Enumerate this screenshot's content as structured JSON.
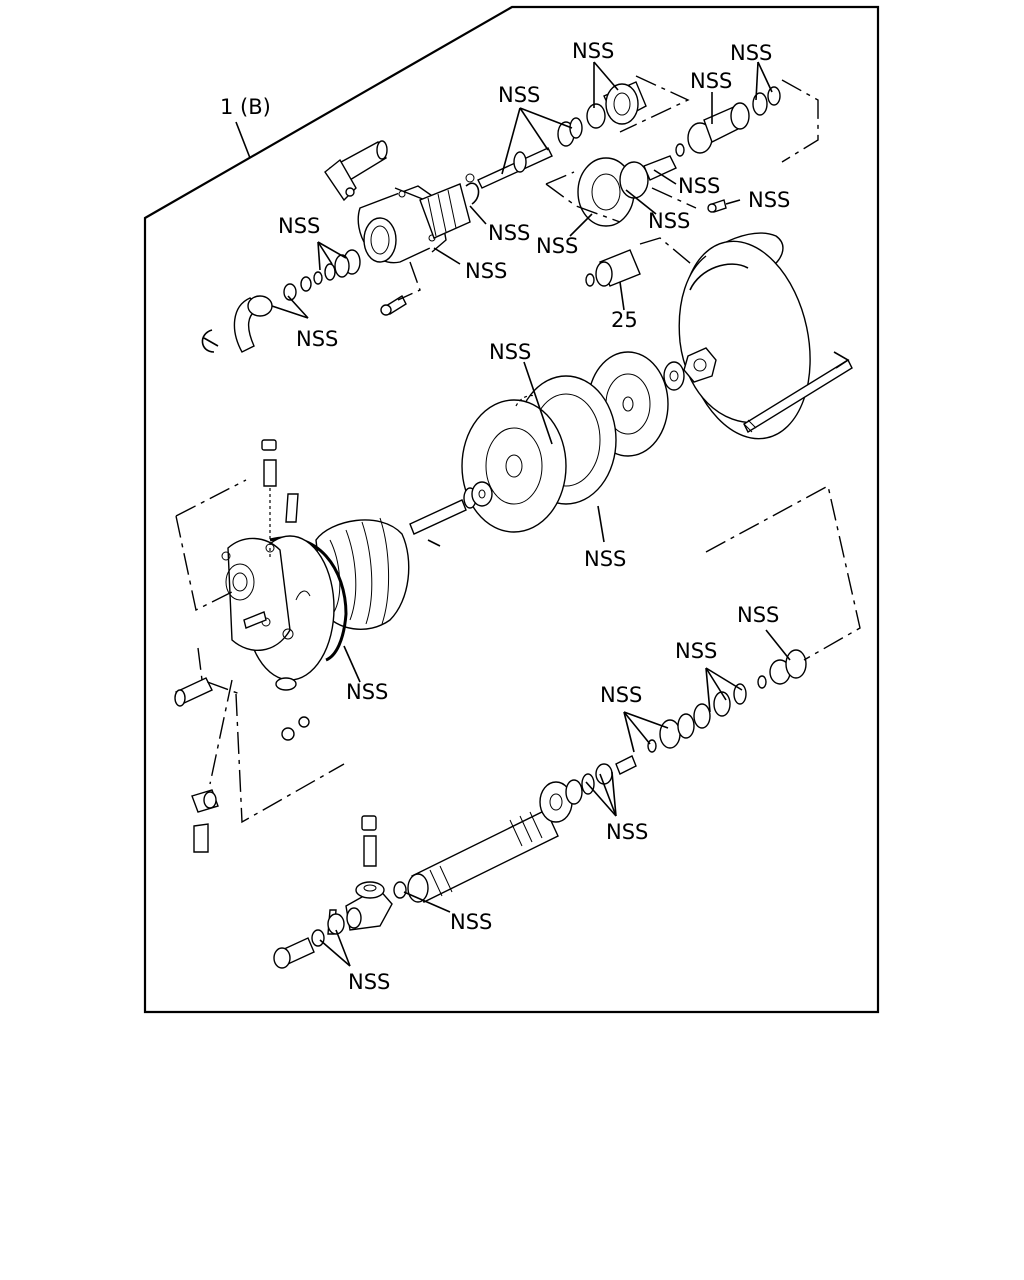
{
  "assembly_label": "1 (B)",
  "part_25_label": "25",
  "nss_label": "NSS"
}
